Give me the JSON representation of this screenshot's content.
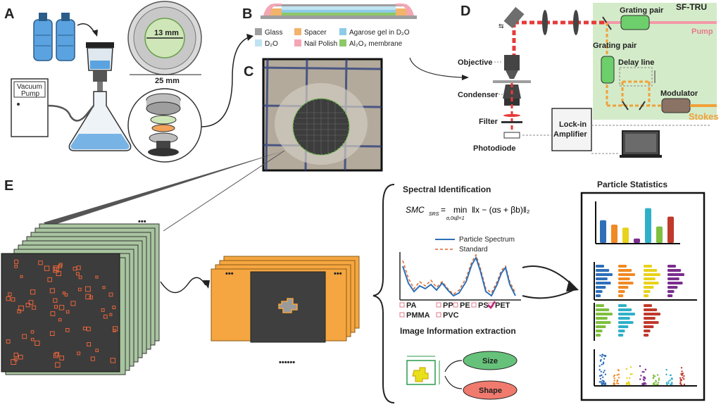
{
  "panels": {
    "a": {
      "letter": "A",
      "pump_label_line1": "Vacuum",
      "pump_label_line2": "Pump",
      "inner_diameter": "13 mm",
      "outer_diameter": "25 mm"
    },
    "b": {
      "letter": "B",
      "legend": [
        {
          "label": "Glass",
          "color": "#9e9e9e"
        },
        {
          "label": "Spacer",
          "color": "#f2b36b"
        },
        {
          "label": "Agarose gel in D₂O",
          "color": "#8ecbe8"
        },
        {
          "label": "D₂O",
          "color": "#bfe3f2"
        },
        {
          "label": "Nail Polish",
          "color": "#f4a6b5"
        },
        {
          "label": "Al₂O₃ membrane",
          "color": "#8cc866"
        }
      ]
    },
    "c": {
      "letter": "C"
    },
    "d": {
      "letter": "D",
      "sftru": "SF-TRU",
      "grating_pair_top": "Grating pair",
      "grating_pair_side": "Grating pair",
      "delay_line": "Delay line",
      "pump": "Pump",
      "modulator": "Modulator",
      "stokes": "Stokes",
      "objective": "Objective",
      "condenser": "Condenser",
      "filter": "Filter",
      "photodiode": "Photodiode",
      "lockin_line1": "Lock-in",
      "lockin_line2": "Amplifier"
    },
    "e": {
      "letter": "E",
      "ellipsis_stack": "•••",
      "ellipsis_tiles": "••••••",
      "spectral_title": "Spectral Identification",
      "formula_lhs": "SMC",
      "formula_sub": "SRS",
      "formula_eq": " = ",
      "formula_min": "min",
      "formula_constraint": "α,0≤β<1",
      "formula_body": "‖x − (αs + βb)‖₂",
      "legend_particle": "Particle Spectrum",
      "legend_standard": "Standard",
      "polymers": [
        {
          "label": "PA",
          "checked": false
        },
        {
          "label": "PP",
          "checked": false
        },
        {
          "label": "PE",
          "checked": false
        },
        {
          "label": "PS",
          "checked": false
        },
        {
          "label": "PET",
          "checked": true
        },
        {
          "label": "PMMA",
          "checked": false
        },
        {
          "label": "PVC",
          "checked": false
        }
      ],
      "image_info_title": "Image Information extraction",
      "size_label": "Size",
      "shape_label": "Shape",
      "stats_title": "Particle Statistics",
      "bar_colors": [
        "#2e6fb8",
        "#f08a24",
        "#e8d21a",
        "#7b2d8e",
        "#2fb0c9",
        "#7fbf3f",
        "#c0392b"
      ]
    }
  }
}
